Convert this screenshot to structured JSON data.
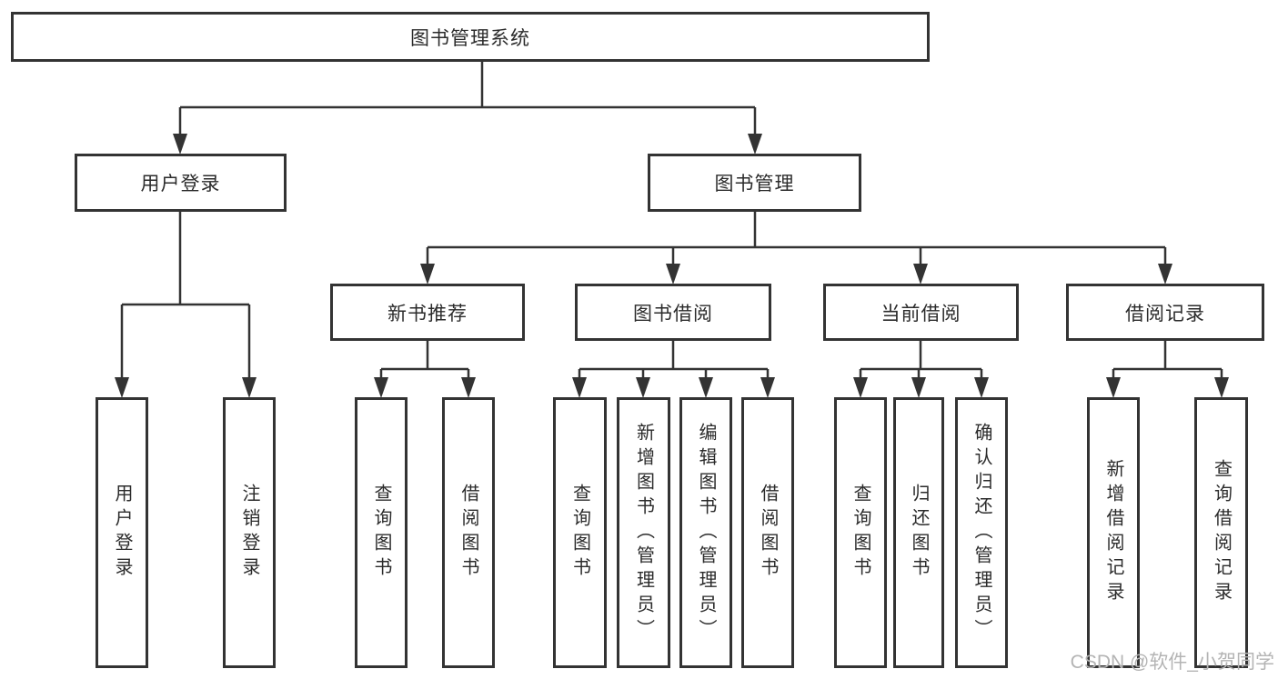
{
  "diagram": {
    "tree": {
      "label": "图书管理系统",
      "children": [
        {
          "label": "用户登录",
          "children": [
            {
              "label": "用户登录"
            },
            {
              "label": "注销登录"
            }
          ]
        },
        {
          "label": "图书管理",
          "children": [
            {
              "label": "新书推荐",
              "children": [
                {
                  "label": "查询图书"
                },
                {
                  "label": "借阅图书"
                }
              ]
            },
            {
              "label": "图书借阅",
              "children": [
                {
                  "label": "查询图书"
                },
                {
                  "label": "新增图书（管理员）"
                },
                {
                  "label": "编辑图书（管理员）"
                },
                {
                  "label": "借阅图书"
                }
              ]
            },
            {
              "label": "当前借阅",
              "children": [
                {
                  "label": "查询图书"
                },
                {
                  "label": "归还图书"
                },
                {
                  "label": "确认归还（管理员）"
                }
              ]
            },
            {
              "label": "借阅记录",
              "children": [
                {
                  "label": "新增借阅记录"
                },
                {
                  "label": "查询借阅记录"
                }
              ]
            }
          ]
        }
      ]
    },
    "colors": {
      "line": "#333333",
      "text": "#2b2b2b",
      "watermark": "#b4b4b4"
    }
  },
  "watermark": "CSDN @软件_小贺同学"
}
